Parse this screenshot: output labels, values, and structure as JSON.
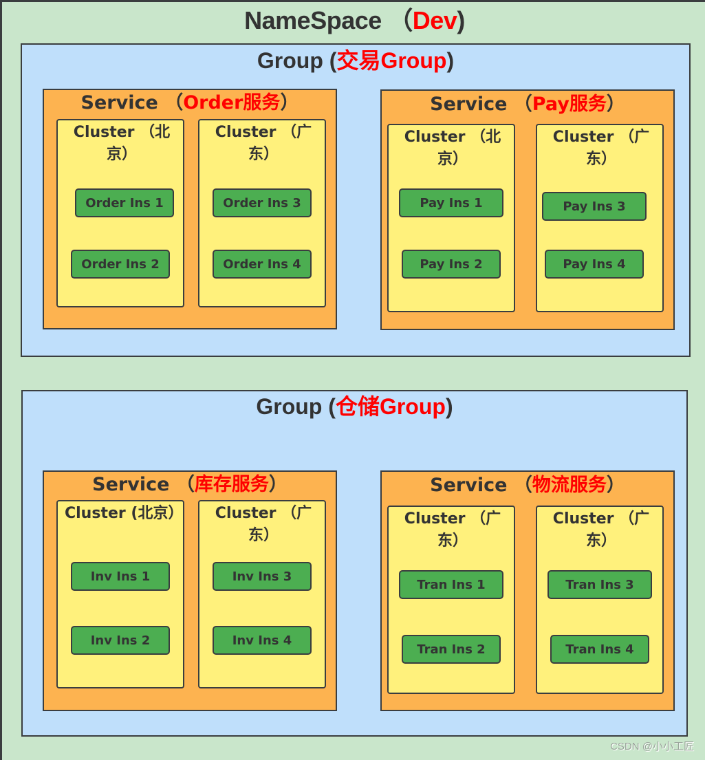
{
  "namespace": {
    "label": "NameSpace",
    "paren_open": " （",
    "value": "Dev",
    "paren_close": ")"
  },
  "groups": [
    {
      "label": "Group (",
      "value": "交易Group",
      "paren_close": ")",
      "services": [
        {
          "label": "Service （",
          "value": "Order服务",
          "paren_close": "）",
          "clusters": [
            {
              "label": "Cluster （北京）",
              "instances": [
                "Order Ins 1",
                "Order Ins 2"
              ]
            },
            {
              "label": "Cluster （广东）",
              "instances": [
                "Order Ins 3",
                "Order Ins 4"
              ]
            }
          ]
        },
        {
          "label": "Service （",
          "value": "Pay服务",
          "paren_close": "）",
          "clusters": [
            {
              "label": "Cluster （北京）",
              "instances": [
                "Pay Ins 1",
                "Pay Ins 2"
              ]
            },
            {
              "label": "Cluster （广东）",
              "instances": [
                "Pay Ins 3",
                "Pay Ins 4"
              ]
            }
          ]
        }
      ]
    },
    {
      "label": "Group (",
      "value": "仓储Group",
      "paren_close": ")",
      "services": [
        {
          "label": "Service （",
          "value": "库存服务",
          "paren_close": "）",
          "clusters": [
            {
              "label": "Cluster (北京）",
              "instances": [
                "Inv Ins 1",
                "Inv Ins 2"
              ]
            },
            {
              "label": "Cluster （广东）",
              "instances": [
                "Inv Ins 3",
                "Inv Ins 4"
              ]
            }
          ]
        },
        {
          "label": "Service （",
          "value": "物流服务",
          "paren_close": "）",
          "clusters": [
            {
              "label": "Cluster （广东）",
              "instances": [
                "Tran Ins 1",
                "Tran Ins 2"
              ]
            },
            {
              "label": "Cluster （广东）",
              "instances": [
                "Tran Ins 3",
                "Tran Ins 4"
              ]
            }
          ]
        }
      ]
    }
  ],
  "watermark": "CSDN @小小工匠",
  "colors": {
    "namespace_bg": "#c9e6cb",
    "group_bg": "#bfdffb",
    "service_bg": "#fdb350",
    "cluster_bg": "#fff17c",
    "instance_bg": "#4cae51",
    "highlight": "#ff0000",
    "border": "#3a3d3f"
  }
}
